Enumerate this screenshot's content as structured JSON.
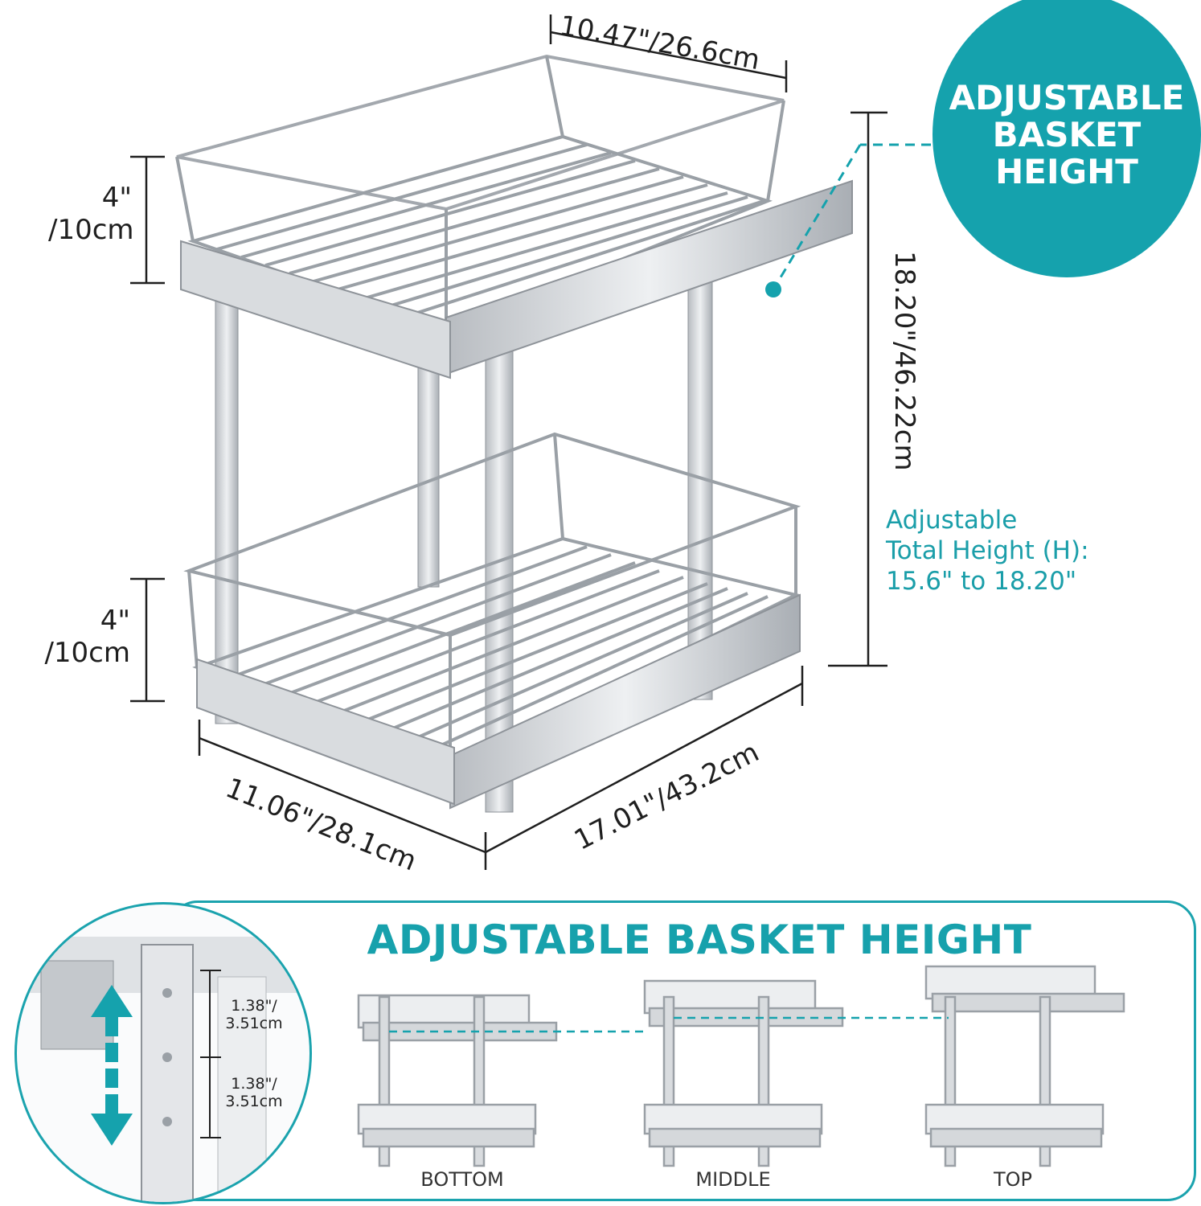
{
  "dimensions": {
    "top_width": "10.47\"/26.6cm",
    "upper_basket_height_line1": "4\"",
    "upper_basket_height_line2": "/10cm",
    "lower_basket_height_line1": "4\"",
    "lower_basket_height_line2": "/10cm",
    "total_height": "18.20\"/46.22cm",
    "front_width": "11.06\"/28.1cm",
    "depth": "17.01\"/43.2cm"
  },
  "badge": {
    "line1": "ADJUSTABLE",
    "line2": "BASKET",
    "line3": "HEIGHT"
  },
  "note": {
    "line1": "Adjustable",
    "line2": "Total Height (H):",
    "line3": "15.6\" to 18.20\""
  },
  "panel": {
    "title": "ADJUSTABLE BASKET HEIGHT",
    "positions": [
      "BOTTOM",
      "MIDDLE",
      "TOP"
    ]
  },
  "inset": {
    "step1_line1": "1.38\"/",
    "step1_line2": "3.51cm",
    "step2_line1": "1.38\"/",
    "step2_line2": "3.51cm"
  },
  "colors": {
    "accent": "#15a2ad",
    "metal": "#c9ccd0",
    "metal_dark": "#8e9399"
  }
}
